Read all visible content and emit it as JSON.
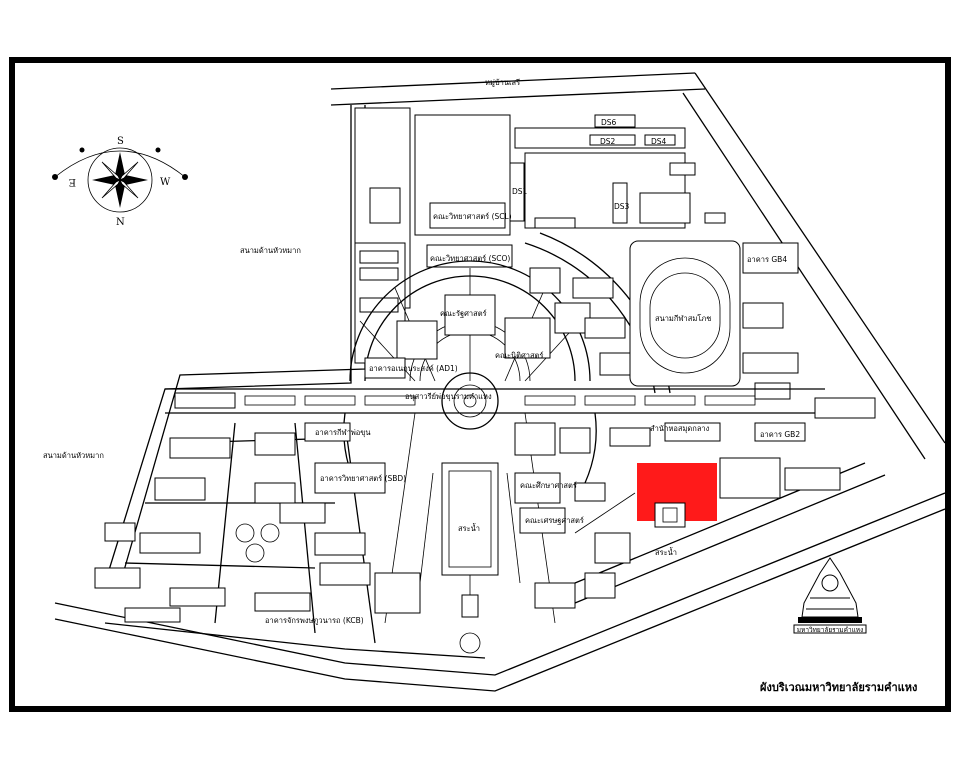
{
  "map": {
    "title": "ผังบริเวณมหาวิทยาลัยรามคำแหง",
    "highlight_color": "#ff1a1a",
    "compass": {
      "s": "S",
      "n": "N",
      "e": "E",
      "w": "W"
    },
    "labels": {
      "top_road": "หมู่บ้านเสรี",
      "ds6": "DS6",
      "ds2": "DS2",
      "ds4": "DS4",
      "ds1": "DS1",
      "ds3": "DS3",
      "scl": "คณะวิทยาศาสตร์ (SCL)",
      "sco": "คณะวิทยาศาสตร์ (SCO)",
      "gb4": "อาคาร GB4",
      "gb2": "อาคาร GB2",
      "ad1": "อาคารอเนกประสงค์ (AD1)",
      "sbd": "อาคารวิทยาศาสตร์ (SBD)",
      "kcb": "อาคารจักรพงษภูวนารถ (KCB)",
      "stadium": "สนามกีฬาสมโภช",
      "pond": "สระน้ำ",
      "pond2": "สระน้ำ",
      "monument": "อนุสาวรีย์พ่อขุนรามคำแหง",
      "parking": "สนามด้านหัวหมาก",
      "parking2": "สนามด้านหัวหมาก",
      "faculty_law": "คณะนิติศาสตร์",
      "faculty_edu": "คณะศึกษาศาสตร์",
      "faculty_eco": "คณะเศรษฐศาสตร์",
      "faculty_pol": "คณะรัฐศาสตร์",
      "library": "สำนักหอสมุดกลาง",
      "gym": "อาคารกีฬาพ่อขุน",
      "seal_caption": "มหาวิทยาลัยรามคำแหง"
    }
  }
}
